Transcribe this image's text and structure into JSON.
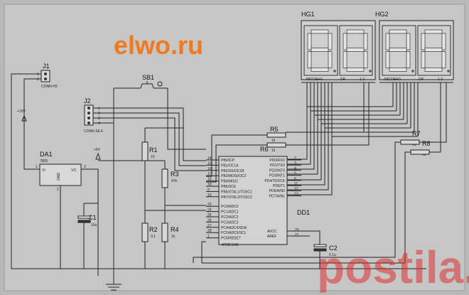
{
  "brand": "elwo.ru",
  "watermark": "postila.ru",
  "displays": [
    {
      "ref": "HG1",
      "label_segments": "ABCDEFG",
      "label_dp": "DP",
      "label_digits": "1 2"
    },
    {
      "ref": "HG2",
      "label_segments": "ABCDEFG",
      "label_dp": "DP",
      "label_digits": "1 2"
    }
  ],
  "connectors": {
    "j1": {
      "ref": "J1",
      "type": "CONN-H2",
      "pins": [
        "1",
        "2"
      ]
    },
    "j2": {
      "ref": "J2",
      "type": "CONN-SIL4",
      "pins": [
        "1",
        "2",
        "3",
        "4"
      ]
    }
  },
  "switch": {
    "ref": "SB1"
  },
  "regulator": {
    "ref": "DA1",
    "part": "7805",
    "vi": "VI",
    "vo": "VO",
    "gnd": "GND",
    "pin1": "1",
    "pin2": "2",
    "pin3": "3"
  },
  "power": {
    "v15": "+15V",
    "v5": "+5V"
  },
  "resistors": [
    {
      "ref": "R1",
      "value": "10"
    },
    {
      "ref": "R2",
      "value": "0.1"
    },
    {
      "ref": "R3",
      "value": "47k"
    },
    {
      "ref": "R4",
      "value": "1k"
    },
    {
      "ref": "R5",
      "value": "1k"
    },
    {
      "ref": "R6",
      "value": "1k"
    },
    {
      "ref": "R7",
      "value": "1k"
    },
    {
      "ref": "R8",
      "value": "1k"
    }
  ],
  "capacitors": [
    {
      "ref": "C1",
      "value": "10u"
    },
    {
      "ref": "C2",
      "value": "0.1u"
    }
  ],
  "mcu": {
    "ref": "DD1",
    "part": "ATMEGA8",
    "left_pins": [
      {
        "num": "14",
        "name": "PB0/ICP"
      },
      {
        "num": "15",
        "name": "PB1/OC1A"
      },
      {
        "num": "16",
        "name": "PB2/SS/OC1B"
      },
      {
        "num": "17",
        "name": "PB3/MOSI/OC2"
      },
      {
        "num": "18",
        "name": "PB4/MISO"
      },
      {
        "num": "19",
        "name": "PB5/SCK"
      },
      {
        "num": "9",
        "name": "PB6/XTAL1/TOSC1"
      },
      {
        "num": "10",
        "name": "PB7/XTAL2/TOSC2"
      },
      {
        "num": "23",
        "name": "PC0/ADC0"
      },
      {
        "num": "24",
        "name": "PC1/ADC1"
      },
      {
        "num": "25",
        "name": "PC2/ADC2"
      },
      {
        "num": "26",
        "name": "PC3/ADC3"
      },
      {
        "num": "27",
        "name": "PC4/ADC4/SDA"
      },
      {
        "num": "28",
        "name": "PC5/ADC5/SCL"
      },
      {
        "num": "1",
        "name": "PC6/RESET"
      }
    ],
    "right_pins": [
      {
        "num": "2",
        "name": "PD0/RXD"
      },
      {
        "num": "3",
        "name": "PD1/TXD"
      },
      {
        "num": "4",
        "name": "PD2/INT0"
      },
      {
        "num": "5",
        "name": "PD3/INT1"
      },
      {
        "num": "6",
        "name": "PD4/T0/XCK"
      },
      {
        "num": "11",
        "name": "PD5/T1"
      },
      {
        "num": "12",
        "name": "PD6/AIN0"
      },
      {
        "num": "13",
        "name": "PD7/AIN1"
      }
    ],
    "power_pins": [
      {
        "num": "20",
        "name": "AVCC"
      },
      {
        "num": "21",
        "name": "AREF"
      }
    ]
  }
}
